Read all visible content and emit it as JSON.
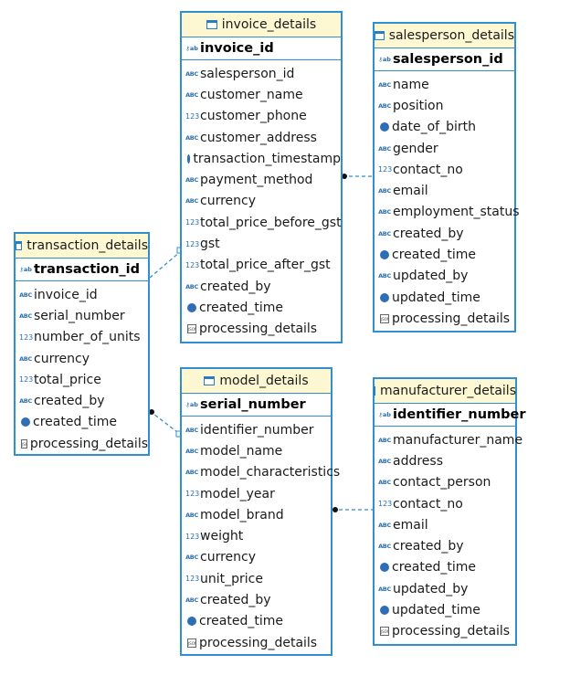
{
  "tables": {
    "invoice": {
      "title": "invoice_details",
      "pk": "invoice_id",
      "columns": [
        {
          "name": "salesperson_id",
          "type": "abc"
        },
        {
          "name": "customer_name",
          "type": "abc"
        },
        {
          "name": "customer_phone",
          "type": "num"
        },
        {
          "name": "customer_address",
          "type": "abc"
        },
        {
          "name": "transaction_timestamp",
          "type": "time"
        },
        {
          "name": "payment_method",
          "type": "abc"
        },
        {
          "name": "currency",
          "type": "abc"
        },
        {
          "name": "total_price_before_gst",
          "type": "num"
        },
        {
          "name": "gst",
          "type": "num"
        },
        {
          "name": "total_price_after_gst",
          "type": "num"
        },
        {
          "name": "created_by",
          "type": "abc"
        },
        {
          "name": "created_time",
          "type": "time"
        },
        {
          "name": "processing_details",
          "type": "json"
        }
      ]
    },
    "salesperson": {
      "title": "salesperson_details",
      "pk": "salesperson_id",
      "columns": [
        {
          "name": "name",
          "type": "abc"
        },
        {
          "name": "position",
          "type": "abc"
        },
        {
          "name": "date_of_birth",
          "type": "time"
        },
        {
          "name": "gender",
          "type": "abc"
        },
        {
          "name": "contact_no",
          "type": "num"
        },
        {
          "name": "email",
          "type": "abc"
        },
        {
          "name": "employment_status",
          "type": "abc"
        },
        {
          "name": "created_by",
          "type": "abc"
        },
        {
          "name": "created_time",
          "type": "time"
        },
        {
          "name": "updated_by",
          "type": "abc"
        },
        {
          "name": "updated_time",
          "type": "time"
        },
        {
          "name": "processing_details",
          "type": "json"
        }
      ]
    },
    "transaction": {
      "title": "transaction_details",
      "pk": "transaction_id",
      "columns": [
        {
          "name": "invoice_id",
          "type": "abc"
        },
        {
          "name": "serial_number",
          "type": "abc"
        },
        {
          "name": "number_of_units",
          "type": "num"
        },
        {
          "name": "currency",
          "type": "abc"
        },
        {
          "name": "total_price",
          "type": "num"
        },
        {
          "name": "created_by",
          "type": "abc"
        },
        {
          "name": "created_time",
          "type": "time"
        },
        {
          "name": "processing_details",
          "type": "json"
        }
      ]
    },
    "model": {
      "title": "model_details",
      "pk": "serial_number",
      "columns": [
        {
          "name": "identifier_number",
          "type": "abc"
        },
        {
          "name": "model_name",
          "type": "abc"
        },
        {
          "name": "model_characteristics",
          "type": "abc"
        },
        {
          "name": "model_year",
          "type": "num"
        },
        {
          "name": "model_brand",
          "type": "abc"
        },
        {
          "name": "weight",
          "type": "num"
        },
        {
          "name": "currency",
          "type": "abc"
        },
        {
          "name": "unit_price",
          "type": "num"
        },
        {
          "name": "created_by",
          "type": "abc"
        },
        {
          "name": "created_time",
          "type": "time"
        },
        {
          "name": "processing_details",
          "type": "json"
        }
      ]
    },
    "manufacturer": {
      "title": "manufacturer_details",
      "pk": "identifier_number",
      "columns": [
        {
          "name": "manufacturer_name",
          "type": "abc"
        },
        {
          "name": "address",
          "type": "abc"
        },
        {
          "name": "contact_person",
          "type": "abc"
        },
        {
          "name": "contact_no",
          "type": "num"
        },
        {
          "name": "email",
          "type": "abc"
        },
        {
          "name": "created_by",
          "type": "abc"
        },
        {
          "name": "created_time",
          "type": "time"
        },
        {
          "name": "updated_by",
          "type": "abc"
        },
        {
          "name": "updated_time",
          "type": "time"
        },
        {
          "name": "processing_details",
          "type": "json"
        }
      ]
    }
  },
  "relationships": [
    {
      "from": "invoice",
      "to": "salesperson"
    },
    {
      "from": "transaction",
      "to": "invoice"
    },
    {
      "from": "transaction",
      "to": "model"
    },
    {
      "from": "model",
      "to": "manufacturer"
    }
  ],
  "colors": {
    "border": "#2f8fd0",
    "header": "#fdf7d2",
    "icon": "#2a6fb0"
  }
}
